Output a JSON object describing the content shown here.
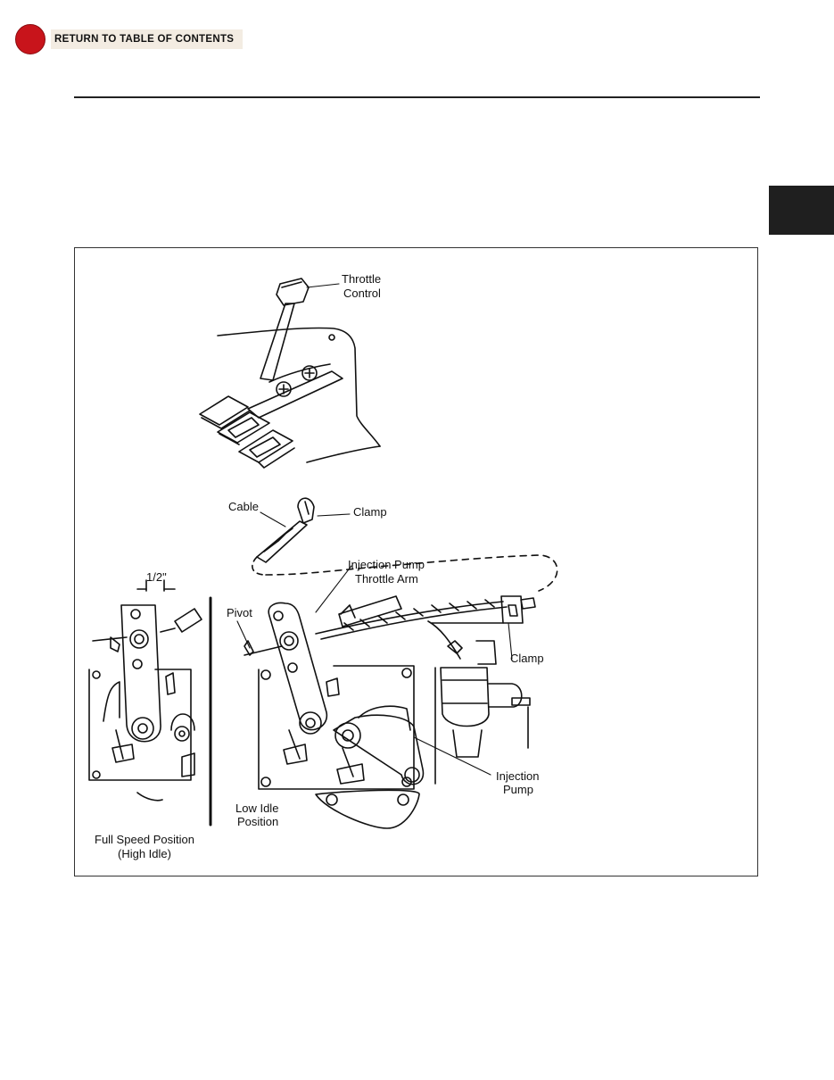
{
  "header": {
    "toc_link": "RETURN TO TABLE OF CONTENTS"
  },
  "figure": {
    "labels": {
      "throttle_control_1": "Throttle",
      "throttle_control_2": "Control",
      "cable": "Cable",
      "clamp_top": "Clamp",
      "injection_pump_throttle_arm_1": "Injection Pump",
      "injection_pump_throttle_arm_2": "Throttle Arm",
      "half_inch": "1/2\"",
      "pivot": "Pivot",
      "clamp_right": "Clamp",
      "injection_pump_1": "Injection",
      "injection_pump_2": "Pump",
      "low_idle_1": "Low Idle",
      "low_idle_2": "Position",
      "full_speed_1": "Full Speed Position",
      "full_speed_2": "(High Idle)"
    }
  }
}
